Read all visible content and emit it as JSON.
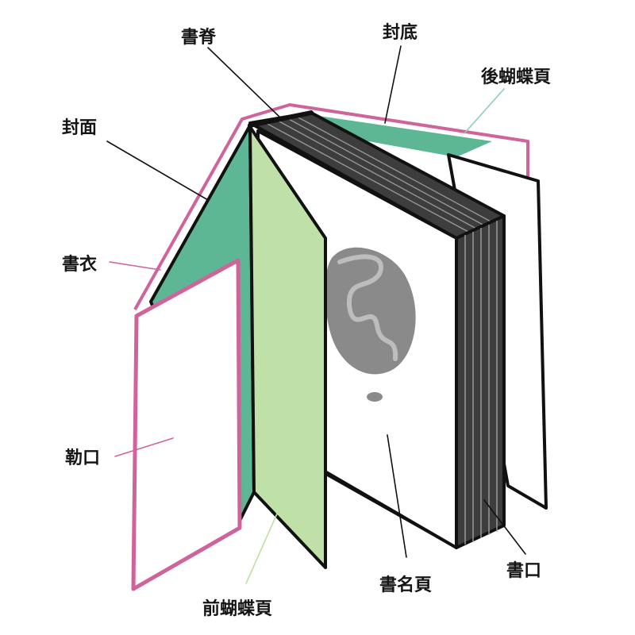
{
  "diagram": {
    "labels": {
      "spine": "書脊",
      "back_cover": "封底",
      "back_endpaper": "後蝴蝶頁",
      "front_cover": "封面",
      "dust_jacket": "書衣",
      "jacket_flap": "勒口",
      "front_endpaper": "前蝴蝶頁",
      "title_page": "書名頁",
      "fore_edge": "書口"
    },
    "colors": {
      "jacket_outline": "#d0649a",
      "cover_green": "#5db795",
      "endpaper_green": "#bfe0a6",
      "page_edge_dark": "#3d3d3d",
      "scribble_gray": "#8a8a8a",
      "leader_dark": "#111111",
      "leader_green": "#8ccfb0"
    }
  }
}
